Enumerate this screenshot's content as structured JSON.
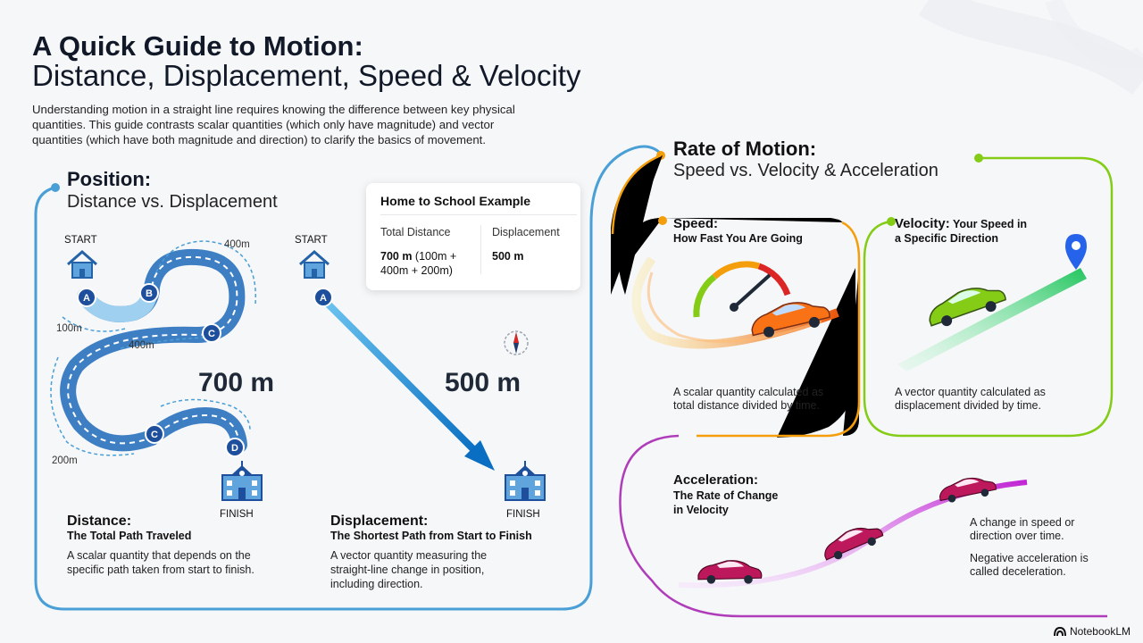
{
  "header": {
    "title_line1": "A Quick Guide to Motion:",
    "title_line2": "Distance, Displacement, Speed & Velocity",
    "intro": "Understanding motion in a straight line requires knowing the difference between key physical quantities. This guide contrasts scalar quantities (which only have magnitude) and vector quantities (which have both magnitude and direction) to clarify the basics of movement."
  },
  "position": {
    "title": "Position:",
    "subtitle": "Distance vs. Displacement",
    "start_label": "START",
    "finish_label": "FINISH",
    "points": [
      "A",
      "B",
      "C",
      "C",
      "D",
      "A"
    ],
    "segments": [
      "400m",
      "100m",
      "400m",
      "200m"
    ],
    "distance_value": "700 m",
    "displacement_value": "500 m"
  },
  "example_card": {
    "title": "Home to School Example",
    "col1_header": "Total Distance",
    "col1_value_bold": "700 m",
    "col1_value_rest": " (100m + 400m + 200m)",
    "col2_header": "Displacement",
    "col2_value": "500 m"
  },
  "distance": {
    "title": "Distance:",
    "subtitle": "The Total Path Traveled",
    "text": "A scalar quantity that depends on the specific path taken from start to finish."
  },
  "displacement": {
    "title": "Displacement:",
    "subtitle": "The Shortest Path from Start to Finish",
    "text": "A vector quantity measuring the straight-line change in position, including direction."
  },
  "rate": {
    "title": "Rate of Motion:",
    "subtitle": "Speed vs. Velocity & Acceleration"
  },
  "speed": {
    "title": "Speed:",
    "subtitle": "How Fast You Are Going",
    "text": "A scalar quantity calculated as total distance divided by time."
  },
  "velocity": {
    "title": "Velocity:",
    "title_rest": " Your Speed in",
    "subtitle": "a Specific Direction",
    "text": "A vector quantity calculated as displacement divided by time."
  },
  "acceleration": {
    "title": "Acceleration:",
    "subtitle_line1": "The Rate of Change",
    "subtitle_line2": "in Velocity",
    "text1": "A change in speed or direction over time.",
    "text2": "Negative acceleration is called deceleration."
  },
  "footer": {
    "brand": "NotebookLM"
  },
  "colors": {
    "blue": "#3b82c4",
    "orange": "#f59e0b",
    "green": "#84cc16",
    "magenta": "#a21caf",
    "car_orange": "#f97316",
    "car_green": "#65a30d",
    "car_pink": "#be185d"
  },
  "icons": [
    "house-icon",
    "school-icon",
    "compass-icon",
    "speedometer-icon",
    "location-pin-icon",
    "car-icon",
    "notebooklm-logo-icon"
  ]
}
